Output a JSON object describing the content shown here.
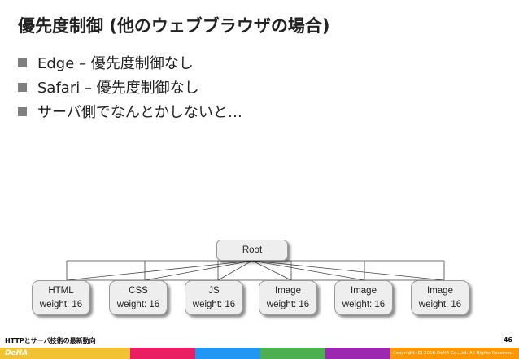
{
  "title": "優先度制御 (他のウェブブラウザの場合)",
  "bullets": [
    "Edge – 優先度制御なし",
    "Safari – 優先度制御なし",
    "サーバ側でなんとかしないと…"
  ],
  "diagram": {
    "root": "Root",
    "children": [
      {
        "name": "HTML",
        "weight": "weight: 16"
      },
      {
        "name": "CSS",
        "weight": "weight: 16"
      },
      {
        "name": "JS",
        "weight": "weight: 16"
      },
      {
        "name": "Image",
        "weight": "weight: 16"
      },
      {
        "name": "Image",
        "weight": "weight: 16"
      },
      {
        "name": "Image",
        "weight": "weight: 16"
      }
    ]
  },
  "footer": {
    "talk_title": "HTTPとサーバ技術の最新動向",
    "page_number": "46",
    "logo": "DeNA",
    "copyright": "Copyright (C) 2016 DeNA Co.,Ltd. All Rights Reserved."
  },
  "colors": {
    "bar": [
      "#f1c232",
      "#e91e63",
      "#2196f3",
      "#4caf50",
      "#9c27b0",
      "#ff9800"
    ]
  }
}
